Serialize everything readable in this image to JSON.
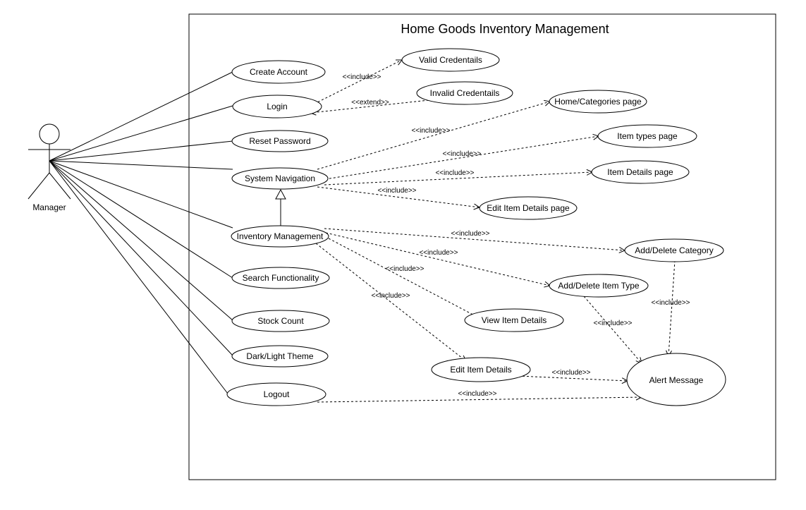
{
  "title": "Home Goods Inventory Management",
  "actor": {
    "name": "Manager"
  },
  "use_cases": {
    "create_account": "Create Account",
    "login": "Login",
    "reset_password": "Reset Password",
    "system_navigation": "System Navigation",
    "inventory_management": "Inventory Management",
    "search_functionality": "Search Functionality",
    "stock_count": "Stock Count",
    "dark_light_theme": "Dark/Light Theme",
    "logout": "Logout",
    "valid_credentials": "Valid Credentails",
    "invalid_credentials": "Invalid Credentails",
    "home_categories_page": "Home/Categories page",
    "item_types_page": "Item types page",
    "item_details_page": "Item Details page",
    "edit_item_details_page": "Edit Item Details page",
    "add_delete_category": "Add/Delete Category",
    "add_delete_item_type": "Add/Delete Item Type",
    "view_item_details": "View Item Details",
    "edit_item_details": "Edit Item Details",
    "alert_message": "Alert Message"
  },
  "stereotypes": {
    "include": "<<include>>",
    "extend": "<<extend>>"
  }
}
